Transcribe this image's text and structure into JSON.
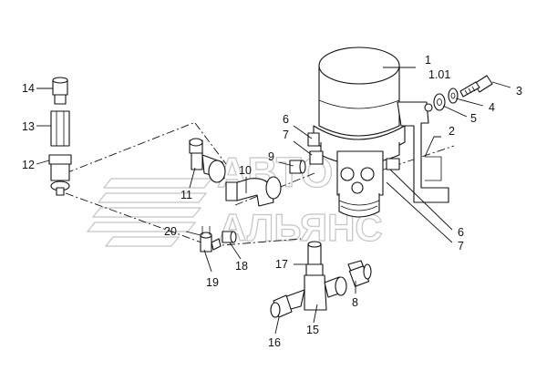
{
  "watermark": {
    "line1": "АВТО",
    "line2": "АЛЬЯНС"
  },
  "callouts": {
    "c1": "1",
    "c1_01": "1.01",
    "c2": "2",
    "c3": "3",
    "c4": "4",
    "c5": "5",
    "c6a": "6",
    "c7a": "7",
    "c6b": "6",
    "c7b": "7",
    "c8": "8",
    "c9": "9",
    "c10": "10",
    "c11": "11",
    "c12": "12",
    "c13": "13",
    "c14": "14",
    "c15": "15",
    "c16": "16",
    "c17": "17",
    "c18": "18",
    "c19": "19",
    "c20": "20"
  }
}
